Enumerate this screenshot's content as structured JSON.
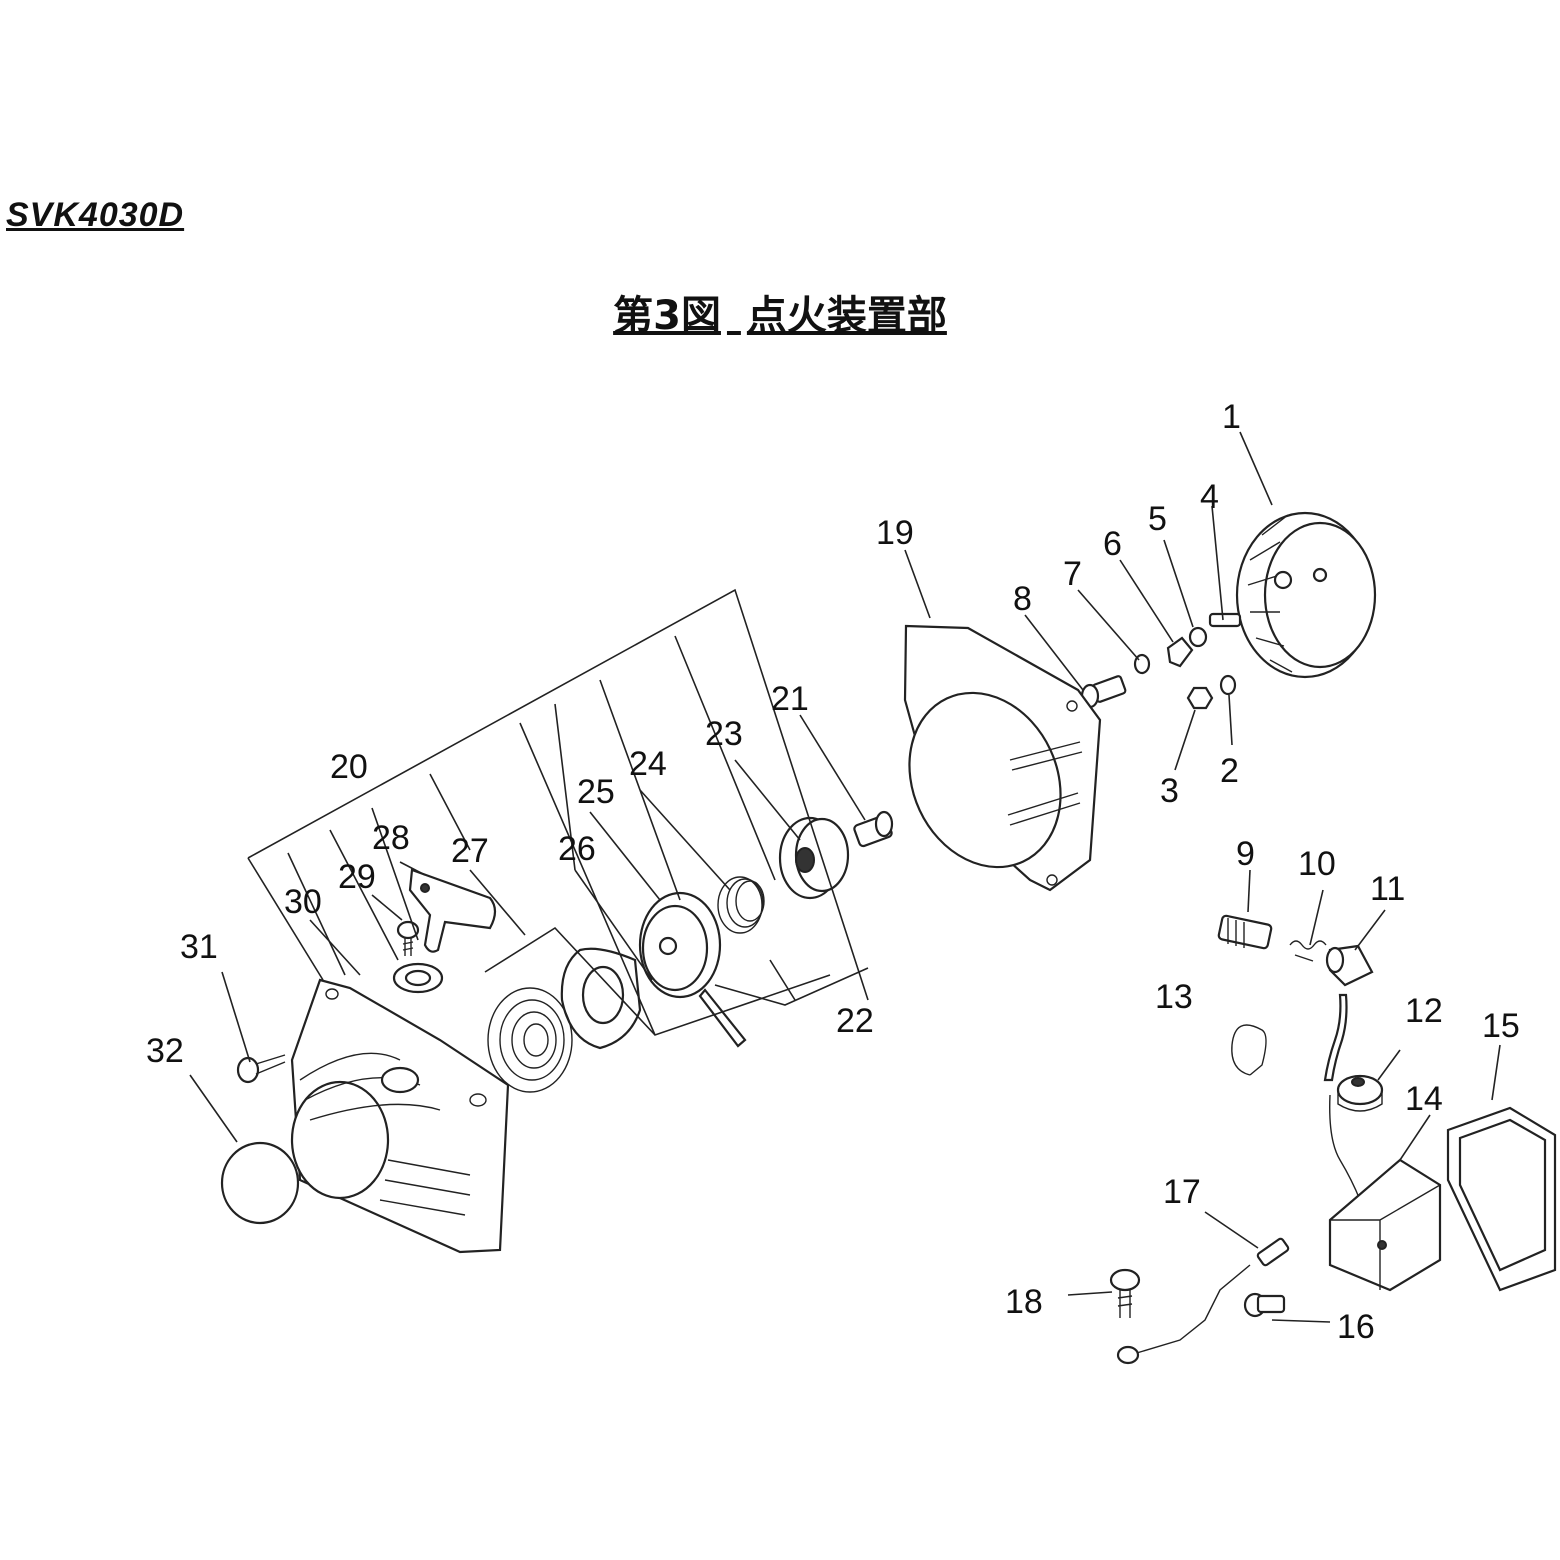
{
  "model_code": "SVK4030D",
  "figure": {
    "number_label": "第3図",
    "title": "点火装置部"
  },
  "callouts": [
    "1",
    "2",
    "3",
    "4",
    "5",
    "6",
    "7",
    "8",
    "9",
    "10",
    "11",
    "12",
    "13",
    "14",
    "15",
    "16",
    "17",
    "18",
    "19",
    "20",
    "21",
    "22",
    "23",
    "24",
    "25",
    "26",
    "27",
    "28",
    "29",
    "30",
    "31",
    "32"
  ]
}
